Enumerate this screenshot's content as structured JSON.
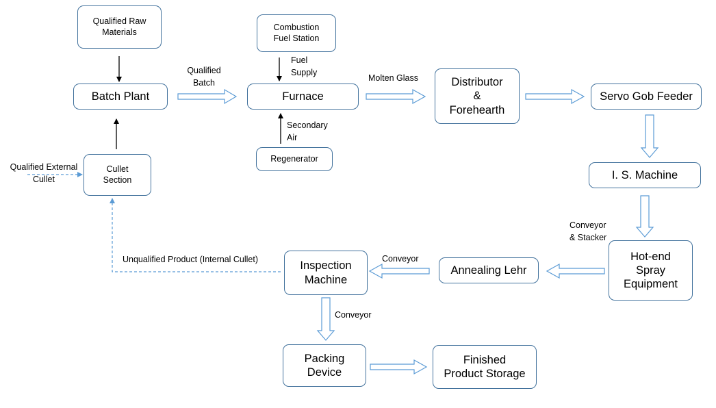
{
  "nodes": {
    "raw_materials": [
      "Qualified Raw",
      "Materials"
    ],
    "batch_plant": [
      "Batch Plant"
    ],
    "cullet_section": [
      "Cullet",
      "Section"
    ],
    "combustion": [
      "Combustion",
      "Fuel Station"
    ],
    "furnace": [
      "Furnace"
    ],
    "regenerator": [
      "Regenerator"
    ],
    "distributor": [
      "Distributor",
      "&",
      "Forehearth"
    ],
    "servo": [
      "Servo Gob Feeder"
    ],
    "is_machine": [
      "I. S. Machine"
    ],
    "hotend": [
      "Hot-end",
      "Spray",
      "Equipment"
    ],
    "annealing": [
      "Annealing Lehr"
    ],
    "inspection": [
      "Inspection",
      "Machine"
    ],
    "packing": [
      "Packing",
      "Device"
    ],
    "finished": [
      "Finished",
      "Product Storage"
    ]
  },
  "labels": {
    "qualified_batch": [
      "Qualified",
      "Batch"
    ],
    "fuel_supply": [
      "Fuel",
      "Supply"
    ],
    "secondary_air": [
      "Secondary",
      "Air"
    ],
    "molten_glass": [
      "Molten Glass"
    ],
    "external_cullet": [
      "Qualified External",
      "Cullet"
    ],
    "conveyor_stacker": [
      "Conveyor",
      "& Stacker"
    ],
    "conveyor_1": [
      "Conveyor"
    ],
    "conveyor_2": [
      "Conveyor"
    ],
    "unqualified": [
      "Unqualified Product (Internal Cullet)"
    ]
  },
  "colors": {
    "box_border": "#41719c",
    "hollow_arrow": "#5b9bd5",
    "dashed_line": "#5b9bd5",
    "solid_arrow": "#000000"
  }
}
